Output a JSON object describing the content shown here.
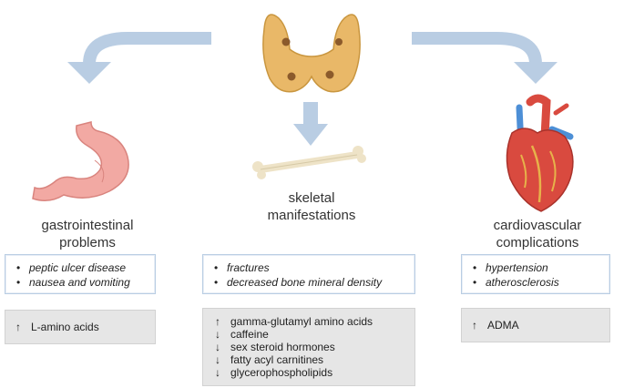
{
  "panels": {
    "left": {
      "title_line1": "gastrointestinal",
      "title_line2": "problems",
      "symptoms": [
        "peptic ulcer disease",
        "nausea and vomiting"
      ],
      "markers": [
        {
          "dir": "↑",
          "label": "L-amino acids"
        }
      ]
    },
    "center": {
      "title_line1": "skeletal",
      "title_line2": "manifestations",
      "symptoms": [
        "fractures",
        "decreased bone mineral density"
      ],
      "markers": [
        {
          "dir": "↑",
          "label": "gamma-glutamyl amino acids"
        },
        {
          "dir": "↓",
          "label": "caffeine"
        },
        {
          "dir": "↓",
          "label": "sex steroid hormones"
        },
        {
          "dir": "↓",
          "label": "fatty acyl carnitines"
        },
        {
          "dir": "↓",
          "label": "glycerophospholipids"
        }
      ]
    },
    "right": {
      "title_line1": "cardiovascular",
      "title_line2": "complications",
      "symptoms": [
        "hypertension",
        "atherosclerosis"
      ],
      "markers": [
        {
          "dir": "↑",
          "label": "ADMA"
        }
      ]
    }
  },
  "colors": {
    "arrow": "#b9cde3",
    "stomach": "#f2a9a3",
    "thyroid": "#e9b868",
    "bone": "#eee3c7",
    "heart_red": "#d94a3f",
    "heart_blue": "#4d8fd6"
  },
  "icons": [
    "thyroid-icon",
    "stomach-icon",
    "bone-icon",
    "heart-icon"
  ]
}
